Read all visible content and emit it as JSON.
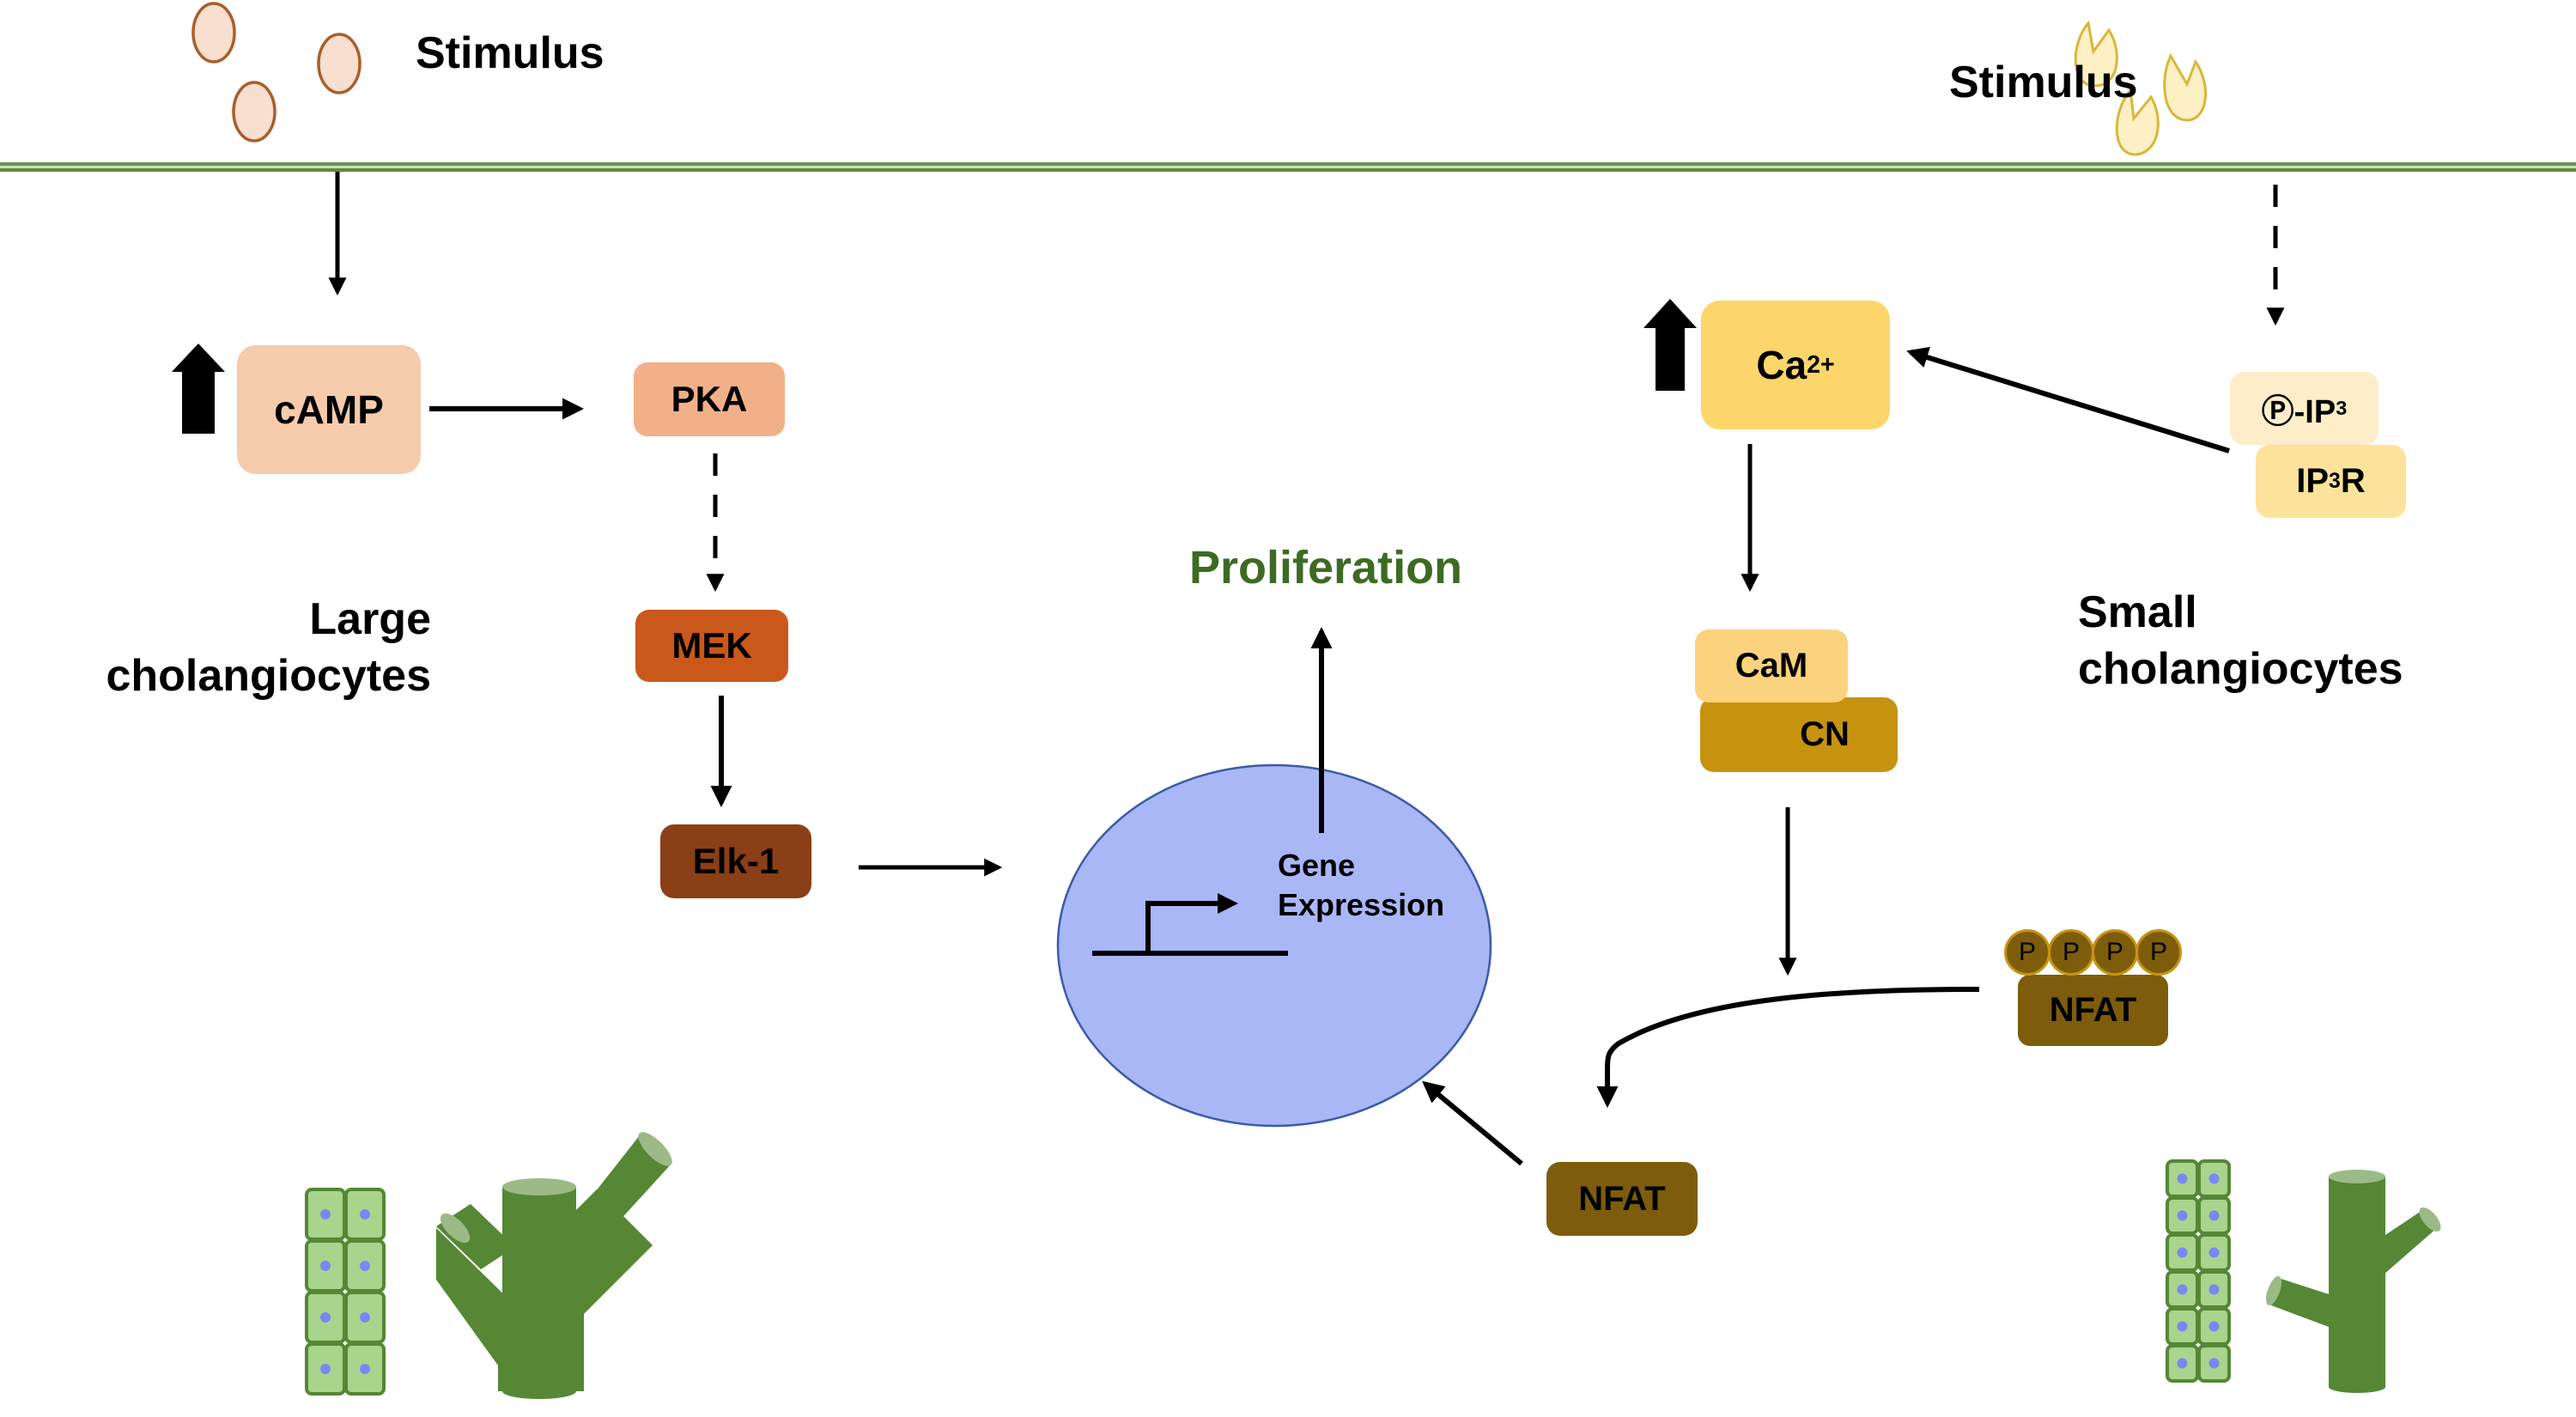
{
  "diagram": {
    "title": "cAMP/PKA and Ca2+/NFAT signaling in large and small cholangiocytes",
    "colors": {
      "membrane": "#5e8c3c",
      "camp": "#f6cbab",
      "pka": "#f2b088",
      "mek": "#c9581a",
      "elk1": "#8a3f17",
      "ca": "#fcd66a",
      "p_ip3": "#fdeec9",
      "ip3r": "#fce29a",
      "cam": "#fbd27e",
      "cn": "#c7930e",
      "nfat": "#7d5d0b",
      "nfat_p": "#7d5d0b",
      "nucleus": "#a9b7f7",
      "nucleus_border": "#3b5ba7",
      "proliferation": "#3d6b23",
      "duct": "#558735",
      "cell_fill": "#a9d48c",
      "cell_nucleus": "#7c86f7",
      "stim_left_fill": "#f9dfcf",
      "stim_left_stroke": "#a85f2a",
      "stim_right_fill": "#fdf0c4",
      "stim_right_stroke": "#d8b73a"
    },
    "left": {
      "stimulus_label": "Stimulus",
      "cell_type_line1": "Large",
      "cell_type_line2": "cholangiocytes",
      "camp_label": "cAMP",
      "pka_label": "PKA",
      "mek_label": "MEK",
      "elk1_label": "Elk-1"
    },
    "right": {
      "stimulus_label": "Stimulus",
      "cell_type_line1": "Small",
      "cell_type_line2": "cholangiocytes",
      "ca_label": "Ca",
      "ca_superscript": "2+",
      "p_ip3_prefix": "Ⓟ-IP",
      "p_ip3_subscript": "3",
      "ip3r_prefix": "IP",
      "ip3r_subscript": "3",
      "ip3r_suffix": "R",
      "cam_label": "CaM",
      "cn_label": "CN",
      "nfat_phospho_label": "NFAT",
      "phosphate_labels": [
        "P",
        "P",
        "P",
        "P"
      ],
      "nfat_label": "NFAT"
    },
    "center": {
      "proliferation_label": "Proliferation",
      "gene_line1": "Gene",
      "gene_line2": "Expression"
    }
  }
}
